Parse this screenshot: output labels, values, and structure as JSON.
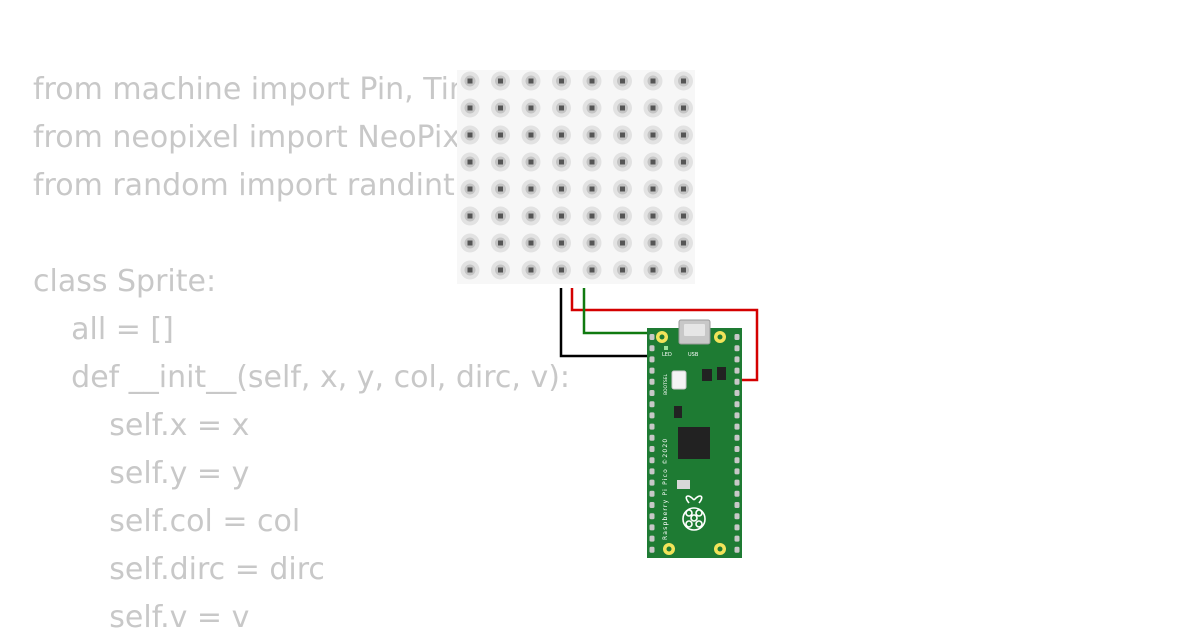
{
  "code": {
    "lines": [
      "from machine import Pin, Timer",
      "from neopixel import NeoPixel",
      "from random import randint",
      "",
      "class Sprite:",
      "    all = []",
      "    def __init__(self, x, y, col, dirc, v):",
      "        self.x = x",
      "        self.y = y",
      "        self.col = col",
      "        self.dirc = dirc",
      "        self.v = v"
    ]
  },
  "matrix": {
    "rows": 8,
    "cols": 8
  },
  "board": {
    "labels": {
      "led": "LED",
      "usb": "USB",
      "bootsel": "BOOTSEL",
      "name": "Raspberry Pi Pico ©2020"
    },
    "colors": {
      "pcb": "#1e7b33",
      "pad": "#f2e45a",
      "chip": "#222222"
    }
  },
  "wires": {
    "gnd": "#000000",
    "vcc": "#d40000",
    "data": "#107a10"
  }
}
